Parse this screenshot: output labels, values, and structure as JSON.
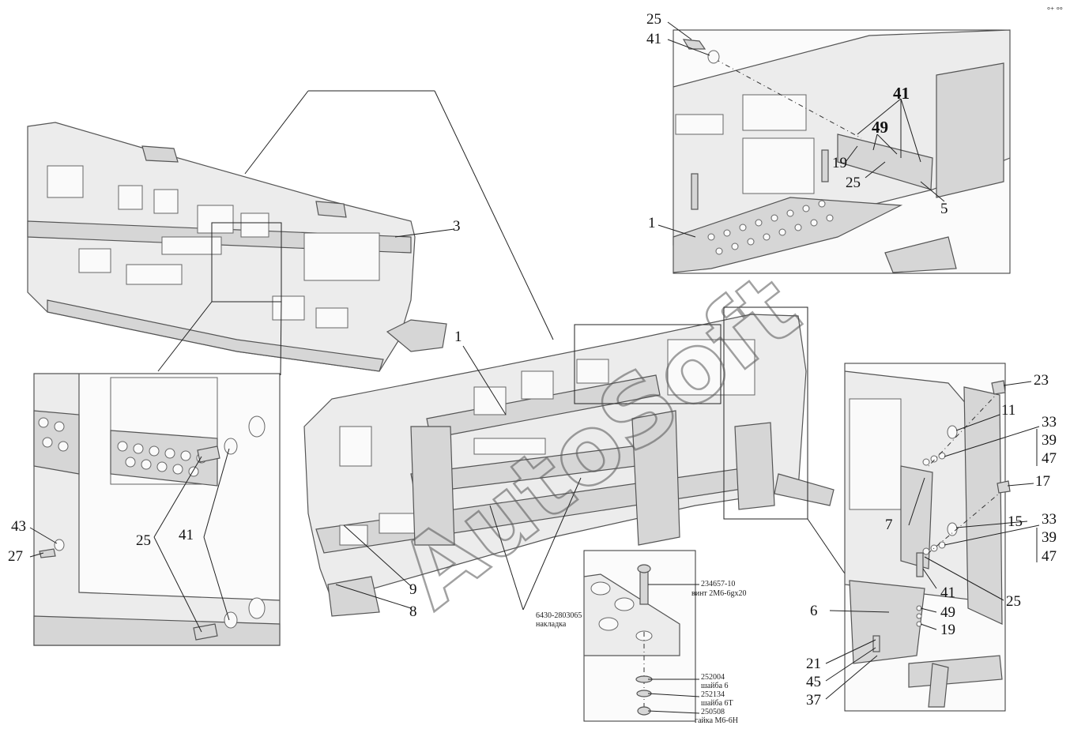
{
  "watermark": "AutoSoft",
  "corner_mark": "°⁺ °°",
  "callouts": {
    "c3": "3",
    "c1_main": "1",
    "c9": "9",
    "c8": "8",
    "tl_25": "25",
    "tl_41": "41",
    "tr_1": "1",
    "bl_43": "43",
    "bl_27": "27",
    "bl_25": "25",
    "bl_41": "41",
    "r_23": "23",
    "r_11": "11",
    "r_33a": "33",
    "r_39a": "39",
    "r_47a": "47",
    "r_17": "17",
    "r_15": "15",
    "r_33b": "33",
    "r_39b": "39",
    "r_47b": "47",
    "r_7": "7",
    "r_41": "41",
    "r_25": "25",
    "r_6": "6",
    "r_49": "49",
    "r_19": "19",
    "r_21": "21",
    "r_45": "45",
    "r_37": "37",
    "ti_41": "41",
    "ti_49": "49",
    "ti_19": "19",
    "ti_25": "25",
    "ti_5": "5"
  },
  "notes": {
    "cover_code": "6430-2803065",
    "cover_name": "накладка",
    "screw_code": "234657-10",
    "screw_name": "винт 2М6-6gx20",
    "washer_code": "252004",
    "washer_name": "шайба 6",
    "lockwasher_code": "252134",
    "lockwasher_name": "шайба 6Т",
    "nut_code": "250508",
    "nut_name": "гайка М6-6Н"
  }
}
